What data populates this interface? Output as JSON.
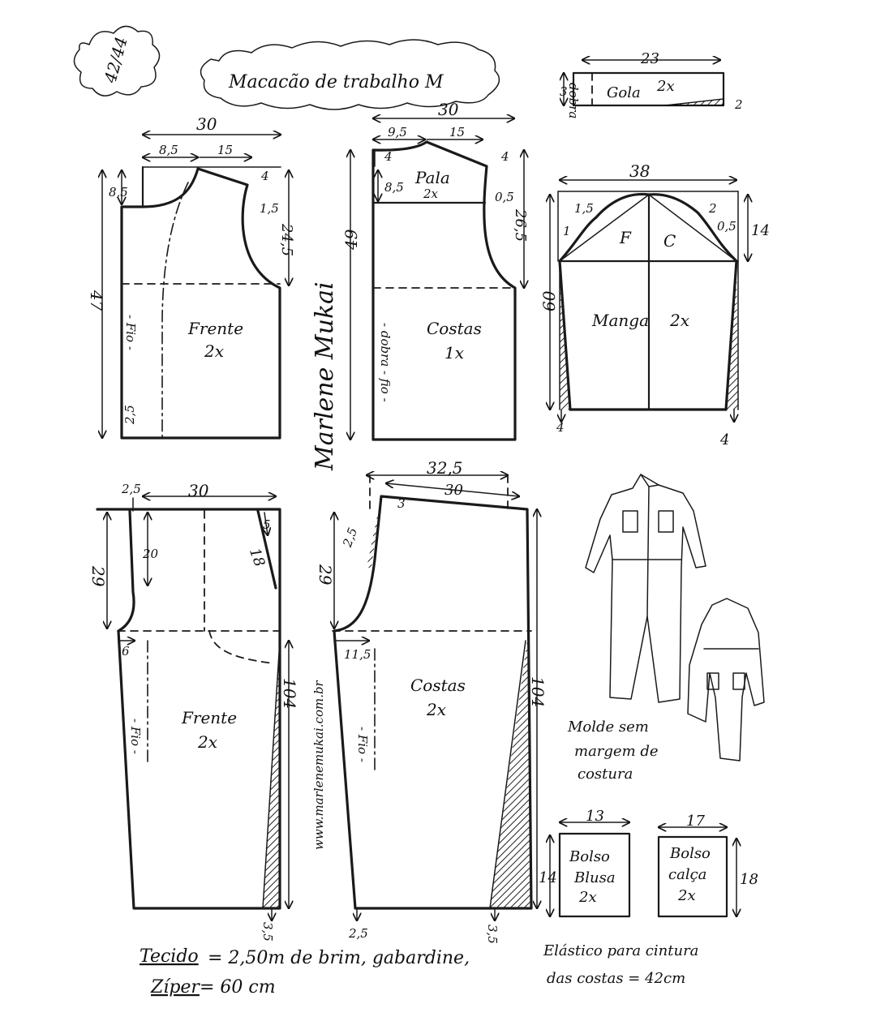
{
  "header": {
    "size_badge": "42/44",
    "title": "Macacão de trabalho M"
  },
  "collar": {
    "width": "23",
    "height": "3",
    "name": "Gola",
    "qty": "2x",
    "fold": "dobra",
    "extra": "2"
  },
  "front_bodice": {
    "width": "30",
    "neck_width": "8,5",
    "shoulder": "15",
    "neck_depth": "8,5",
    "shoulder_drop": "4",
    "armhole_out": "1,5",
    "armhole_depth": "24,5",
    "height": "47",
    "bottom": "2,5",
    "grain": "- Fio -",
    "name": "Frente",
    "qty": "2x"
  },
  "back_bodice": {
    "width": "30",
    "neck_width": "9,5",
    "shoulder": "15",
    "drop_a": "4",
    "drop_b": "4",
    "yoke_depth": "8,5",
    "yoke_name": "Pala",
    "yoke_qty": "2x",
    "armhole_out": "0,5",
    "armhole_depth": "26,5",
    "height": "49",
    "fold": "- dobra - fio -",
    "name": "Costas",
    "qty": "1x"
  },
  "sleeve": {
    "width": "38",
    "cap_left": "1,5",
    "cap_left2": "1",
    "cap_right": "2",
    "cap_right2": "0,5",
    "cap_height": "14",
    "front": "F",
    "back": "C",
    "height": "60",
    "bottom_left": "4",
    "bottom_right": "4",
    "name": "Manga",
    "qty": "2x"
  },
  "front_pants": {
    "top_ext": "2,5",
    "width": "30",
    "fly": "20",
    "crotch_depth": "29",
    "dart_top": "5",
    "pocket_slant": "18",
    "crotch_ext": "6",
    "length": "104",
    "hem": "3,5",
    "grain": "- Fio -",
    "name": "Frente",
    "qty": "2x"
  },
  "back_pants": {
    "width_total": "32,5",
    "width": "30",
    "rise": "3",
    "dart": "2,5",
    "crotch_depth": "29",
    "crotch_ext": "11,5",
    "length": "104",
    "hem_left": "2,5",
    "hem_right": "3,5",
    "grain": "- Fio -",
    "name": "Costas",
    "qty": "2x"
  },
  "signature": "Marlene Mukai",
  "website": "www.marlenemukai.com.br",
  "note": {
    "line1": "Molde sem",
    "line2": "margem de",
    "line3": "costura"
  },
  "pocket_blouse": {
    "width": "13",
    "height": "14",
    "line1": "Bolso",
    "line2": "Blusa",
    "qty": "2x"
  },
  "pocket_pants": {
    "width": "17",
    "height": "18",
    "line1": "Bolso",
    "line2": "calça",
    "qty": "2x"
  },
  "fabric": {
    "label": "Tecido",
    "text": "= 2,50m de brim, gabardine,"
  },
  "zipper": {
    "label": "Zíper",
    "text": "= 60 cm"
  },
  "elastic": {
    "line1": "Elástico para cintura",
    "line2": "das costas = 42cm"
  }
}
